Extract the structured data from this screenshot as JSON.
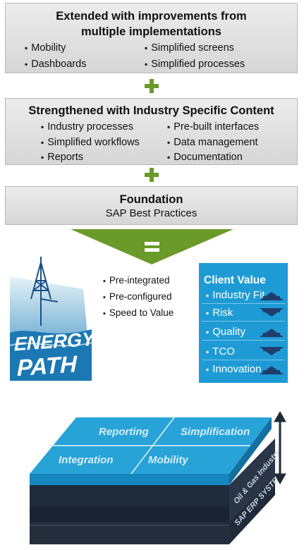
{
  "box1": {
    "title_line1": "Extended with improvements from",
    "title_line2": "multiple implementations",
    "items": [
      "Mobility",
      "Simplified screens",
      "Dashboards",
      "Simplified processes"
    ]
  },
  "box2": {
    "title": "Strengthened with Industry Specific Content",
    "items": [
      "Industry processes",
      "Pre-built interfaces",
      "Simplified workflows",
      "Data management",
      "Reports",
      "Documentation"
    ]
  },
  "box3": {
    "title": "Foundation",
    "subtitle": "SAP Best Practices"
  },
  "logo": {
    "line1": "ENERGY",
    "line2": "PATH"
  },
  "features": [
    "Pre-integrated",
    "Pre-configured",
    "Speed to Value"
  ],
  "client_value": {
    "title": "Client Value",
    "rows": [
      {
        "label": "Industry Fit",
        "direction": "up"
      },
      {
        "label": "Risk",
        "direction": "down"
      },
      {
        "label": "Quality",
        "direction": "up"
      },
      {
        "label": "TCO",
        "direction": "down"
      },
      {
        "label": "Innovation",
        "direction": "up"
      }
    ]
  },
  "stack": {
    "tiles": [
      "Reporting",
      "Simplification",
      "Integration",
      "Mobility"
    ],
    "layer_labels": [
      "Oil & Gas Industry",
      "SAP ERP SYSTEM"
    ]
  },
  "colors": {
    "green": "#6a9a2a",
    "blue": "#1e9bd4",
    "navy": "#1f2a3a",
    "grey_box": "#e3e3e3"
  }
}
